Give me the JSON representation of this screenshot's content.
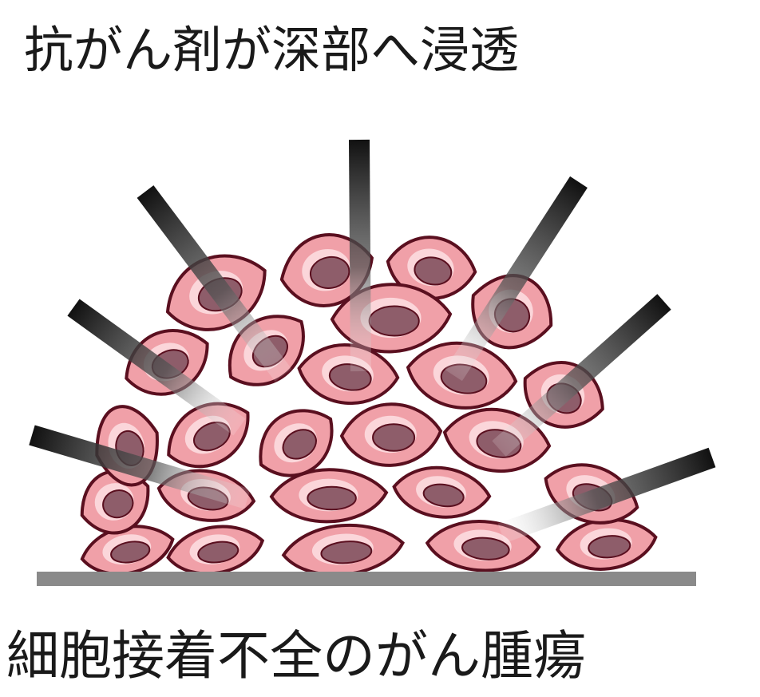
{
  "title": "抗がん剤が深部へ浸透",
  "caption": "細胞接着不全のがん腫瘍",
  "colors": {
    "cell_fill": "#f0a0a8",
    "cell_outline": "#5a0f1f",
    "nucleus": "#8e5d6a",
    "highlight": "#fbd6da",
    "substrate": "#8a8a8a",
    "beam_dark": "#111111",
    "beam_light": "#ffffff"
  },
  "icons": [
    "tumor-cell-icon",
    "drug-beam-icon",
    "substrate-line"
  ]
}
